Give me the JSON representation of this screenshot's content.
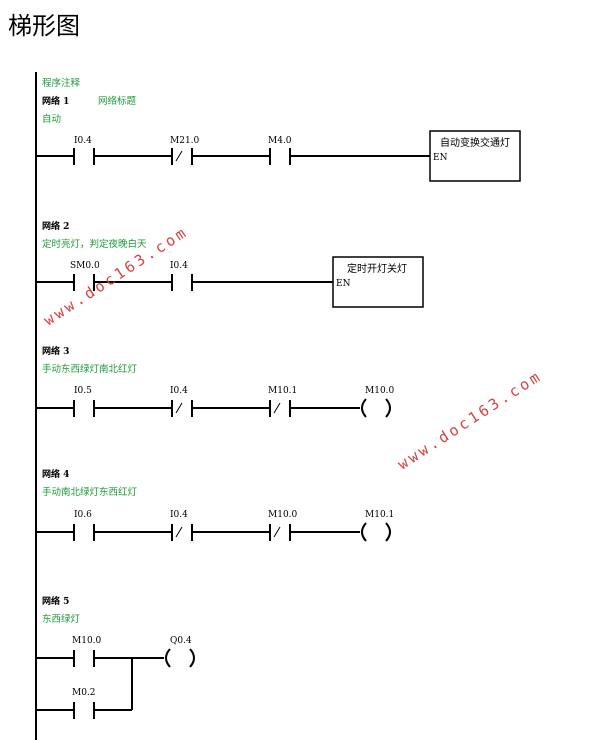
{
  "title": "梯形图",
  "program_comment": "程序注释",
  "networks": [
    {
      "label": "网络 1",
      "title": "网络标题",
      "comment": "自动",
      "contacts": [
        "I0.4",
        "M21.0",
        "M4.0"
      ],
      "box": "自动变换交通灯",
      "en": "EN"
    },
    {
      "label": "网络 2",
      "comment": "定时亮灯，判定夜晚白天",
      "contacts": [
        "SM0.0",
        "I0.4"
      ],
      "box": "定时开灯关灯",
      "en": "EN"
    },
    {
      "label": "网络 3",
      "comment": "手动东西绿灯南北红灯",
      "contacts": [
        "I0.5",
        "I0.4",
        "M10.1"
      ],
      "coil": "M10.0"
    },
    {
      "label": "网络 4",
      "comment": "手动南北绿灯东西红灯",
      "contacts": [
        "I0.6",
        "I0.4",
        "M10.0"
      ],
      "coil": "M10.1"
    },
    {
      "label": "网络 5",
      "comment": "东西绿灯",
      "contacts": [
        "M10.0",
        "M0.2"
      ],
      "coil": "Q0.4"
    }
  ],
  "watermark": "www.doc163.com",
  "colors": {
    "comment": "#1f9a3a",
    "watermark": "#d94040",
    "line": "#000000"
  }
}
